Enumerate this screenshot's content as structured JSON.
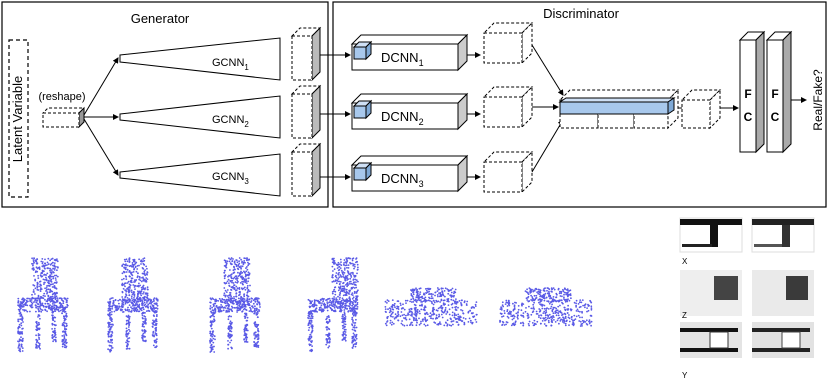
{
  "generator": {
    "title": "Generator",
    "latent_label": "Latent Variable",
    "reshape_label": "(reshape)",
    "branches": [
      {
        "name": "GCNN",
        "sub": "1"
      },
      {
        "name": "GCNN",
        "sub": "2"
      },
      {
        "name": "GCNN",
        "sub": "3"
      }
    ]
  },
  "discriminator": {
    "title": "Discriminator",
    "branches": [
      {
        "name": "DCNN",
        "sub": "1"
      },
      {
        "name": "DCNN",
        "sub": "2"
      },
      {
        "name": "DCNN",
        "sub": "3"
      }
    ],
    "fc_top": "F",
    "fc_bottom": "C",
    "output_label": "Real/Fake?"
  },
  "samples": {
    "point_color": "#5a5ae6",
    "items": [
      {
        "kind": "chair"
      },
      {
        "kind": "chair"
      },
      {
        "kind": "chair"
      },
      {
        "kind": "chair"
      },
      {
        "kind": "car"
      },
      {
        "kind": "car"
      }
    ]
  },
  "views": {
    "labels": [
      "X",
      "Z",
      "Y"
    ]
  }
}
